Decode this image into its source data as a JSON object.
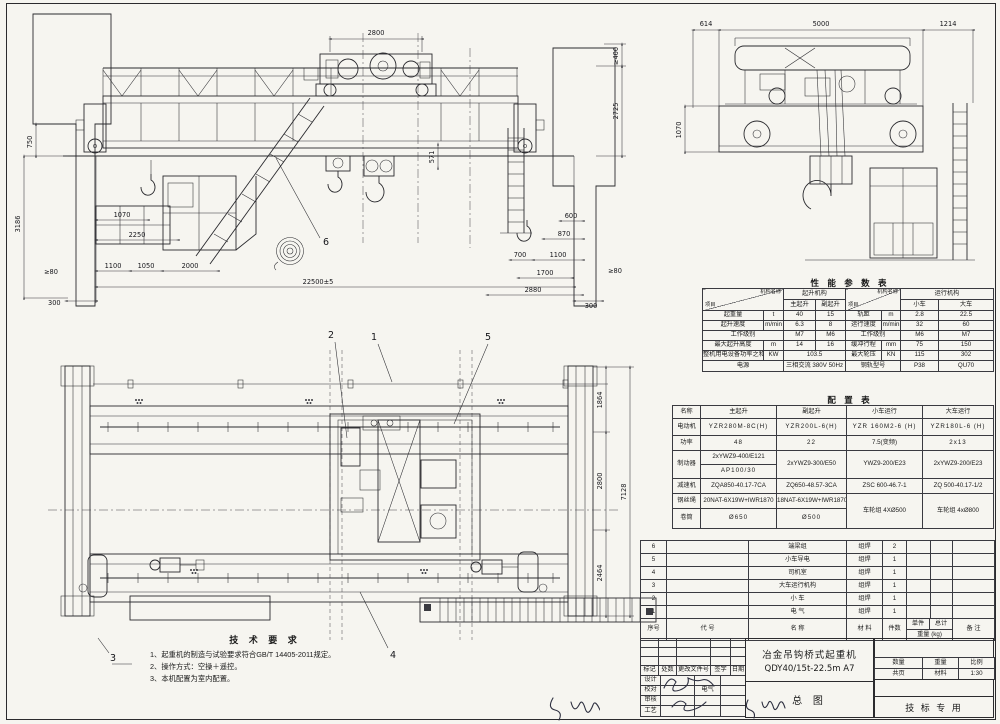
{
  "elevation": {
    "dims": {
      "gauge2800": "2800",
      "v750": "750",
      "v3186": "3186",
      "h1070": "1070",
      "h2250": "2250",
      "h1100": "1100",
      "h1050": "1050",
      "h2000": "2000",
      "ge80l": "≥80",
      "b300l": "300",
      "span": "22500±5",
      "b300r": "300",
      "h2880": "2880",
      "h1700": "1700",
      "h1100r": "1100",
      "h700": "700",
      "h870": "870",
      "h600": "600",
      "ge80r": "≥80",
      "v571": "571",
      "v2725": "2725",
      "ge400": "≥400"
    },
    "balloon6": "6"
  },
  "end_view": {
    "dims": {
      "d614": "614",
      "d5000": "5000",
      "d1214": "1214",
      "v1070": "1070"
    }
  },
  "plan": {
    "dims": {
      "v1864": "1864",
      "v2800": "2800",
      "v2464": "2464",
      "v7128": "7128"
    },
    "balloons": {
      "b1": "1",
      "b2": "2",
      "b3": "3",
      "b4": "4",
      "b5": "5"
    }
  },
  "perf": {
    "title": "性 能 参 数 表",
    "corner": {
      "top": "机构名称",
      "bottom": "项目"
    },
    "hoist": {
      "group": "起升机构",
      "c1": "主起升",
      "c2": "副起升",
      "rows": [
        {
          "l": "起重量",
          "u": "t",
          "a": "40",
          "b": "15"
        },
        {
          "l": "起升速度",
          "u": "m/min",
          "a": "6.3",
          "b": "8"
        },
        {
          "l": "工作级别",
          "u": "",
          "a": "M7",
          "b": "M6"
        },
        {
          "l": "最大起升高度",
          "u": "m",
          "a": "14",
          "b": "16"
        }
      ],
      "power_label": "整机用电设备功率之和",
      "power_unit": "KW",
      "power_val": "103.5",
      "supply_label": "电源",
      "supply_val": "三相交流 380V 50Hz"
    },
    "travel": {
      "group": "运行机构",
      "c1": "小车",
      "c2": "大车",
      "rows": [
        {
          "l": "轨距",
          "u": "m",
          "a": "2.8",
          "b": "22.5"
        },
        {
          "l": "运行速度",
          "u": "m/min",
          "a": "32",
          "b": "60"
        },
        {
          "l": "工作级别",
          "u": "",
          "a": "M6",
          "b": "M7"
        },
        {
          "l": "缓冲行程",
          "u": "mm",
          "a": "75",
          "b": "150"
        },
        {
          "l": "最大轮压",
          "u": "KN",
          "a": "115",
          "b": "302"
        },
        {
          "l": "钢轨型号",
          "u": "",
          "a": "P38",
          "b": "QU70"
        }
      ]
    }
  },
  "config": {
    "title": "配  置  表",
    "name_header": "名称",
    "columns": [
      "主起升",
      "副起升",
      "小车运行",
      "大车运行"
    ],
    "rows": {
      "motor": {
        "label": "电动机",
        "v": [
          "YZR280M-8C(H)",
          "YZR200L-6(H)",
          "YZR 160M2-6 (H)",
          "YZR180L-6 (H)"
        ]
      },
      "power": {
        "label": "功率",
        "v": [
          "48",
          "22",
          "7.5(变频)",
          "2x13"
        ]
      },
      "brake": {
        "label": "制动器",
        "v1a": "2xYWZ9-400/E121",
        "v1b": "AP100/30",
        "v2": "2xYWZ9-300/E50",
        "v3": "YWZ9-200/E23",
        "v4": "2xYWZ9-200/E23"
      },
      "reducer": {
        "label": "减速机",
        "v": [
          "ZQA850-40.17-7CA",
          "ZQ650-48.57-3CA",
          "ZSC 600-46.7-1",
          "ZQ 500-40.17-1/2"
        ]
      },
      "rope": {
        "label": "钢丝绳",
        "v1": "20NAT-6X19W+IWR1870",
        "v2": "18NAT-6X19W+IWR1870"
      },
      "drum": {
        "label": "卷筒",
        "v1": "Ø650",
        "v2": "Ø500"
      },
      "wheels": {
        "v3": "车轮组 4XØ500",
        "v4": "车轮组 4xØ800"
      }
    }
  },
  "bom": {
    "headers": {
      "no": "序号",
      "code": "代  号",
      "name": "名  称",
      "material": "材 料",
      "qty": "件数",
      "unit_w": "单件",
      "total_w": "总计",
      "weight": "重量 (kg)",
      "remark": "备  注"
    },
    "rows": [
      {
        "no": "6",
        "code": "",
        "name": "端梁组",
        "material": "组焊",
        "qty": "2"
      },
      {
        "no": "5",
        "code": "",
        "name": "小车导电",
        "material": "组焊",
        "qty": "1"
      },
      {
        "no": "4",
        "code": "",
        "name": "司机室",
        "material": "组焊",
        "qty": "1"
      },
      {
        "no": "3",
        "code": "",
        "name": "大车运行机构",
        "material": "组焊",
        "qty": "1"
      },
      {
        "no": "2",
        "code": "",
        "name": "小  车",
        "material": "组焊",
        "qty": "1"
      },
      {
        "no": "1",
        "code": "",
        "name": "电  气",
        "material": "组焊",
        "qty": "1"
      }
    ]
  },
  "tech": {
    "title": "技 术 要 求",
    "items": [
      "1、起重机的制造与试验要求符合GB/T 14405-2011规定。",
      "2、操作方式：空操＋遥控。",
      "3、本机配置为室内配置。"
    ]
  },
  "tb": {
    "product": "冶金吊钩桥式起重机",
    "model": "QDY40/15t-22.5m  A7",
    "sheet": "总  图",
    "tender": "技  标  专  用",
    "rev": [
      "标记",
      "处数",
      "更改文件号",
      "签字",
      "日期"
    ],
    "signs": [
      "设计",
      "校对",
      "审核",
      "工艺"
    ],
    "signs2": [
      "",
      "电气",
      "",
      ""
    ],
    "info": [
      [
        "数量",
        "重量",
        "比例"
      ],
      [
        "共页",
        "材料",
        "1:30"
      ]
    ]
  }
}
